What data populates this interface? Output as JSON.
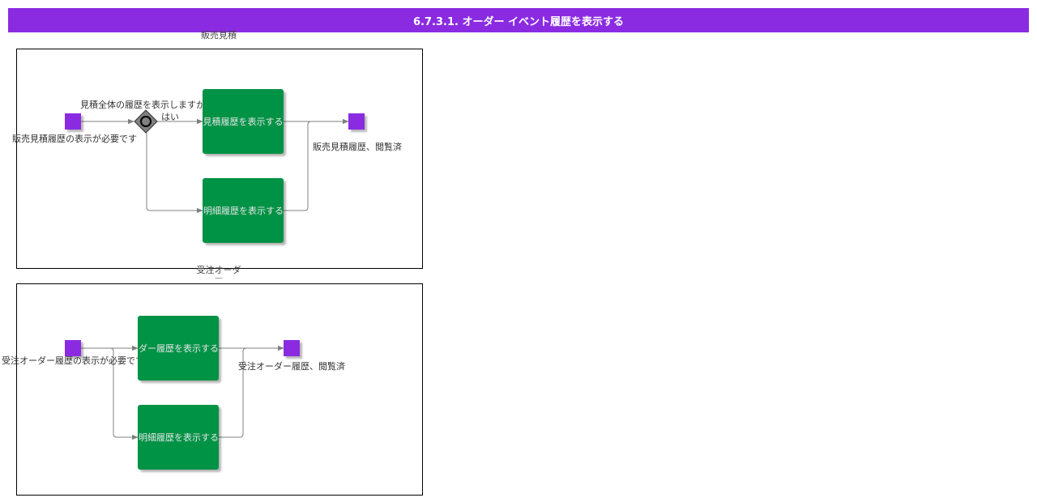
{
  "header": {
    "title": "6.7.3.1. オーダー イベント履歴を表示する"
  },
  "pools": [
    {
      "label": "販売見積",
      "start_event_label": "販売見積履歴の表示が必要です",
      "gateway_question": "見積全体の履歴を表示しますか?",
      "gateway_yes_label": "はい",
      "task_upper": "見積履歴を表示する",
      "task_lower": "見積明細履歴を表示する",
      "end_event_label": "販売見積履歴、閲覧済"
    },
    {
      "label": "受注オーダー",
      "start_event_label": "受注オーダー履歴の表示が必要です",
      "task_upper": "受注オーダー履歴を表示する",
      "task_lower": "受注オーダー明細履歴を表示する",
      "end_event_label": "受注オーダー履歴、閲覧済"
    }
  ],
  "colors": {
    "header_bg": "#8a2be2",
    "event": "#8a2be2",
    "task": "#009245",
    "gateway": "#808080",
    "edge": "#808080"
  }
}
